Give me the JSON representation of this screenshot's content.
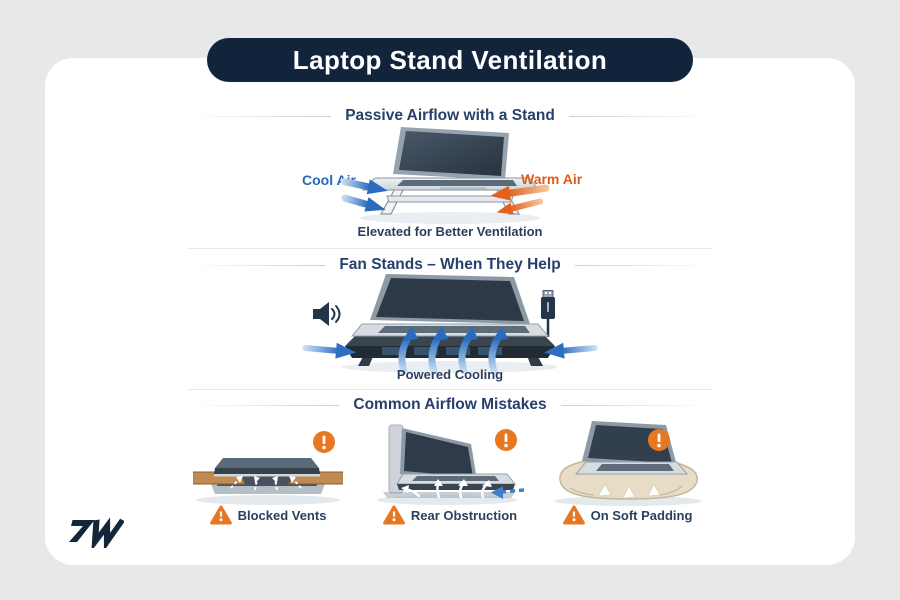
{
  "page": {
    "title": "Laptop Stand Ventilation",
    "brand_logo": "RW"
  },
  "colors": {
    "background": "#e7e8ea",
    "card": "#ffffff",
    "title_pill": "#12243c",
    "heading_text": "#27406b",
    "cool_blue": "#2667b8",
    "warm_orange": "#da5d1b",
    "warning_orange": "#e87722"
  },
  "sections": [
    {
      "heading": "Passive Airflow with a Stand",
      "labels": {
        "cool": "Cool Air",
        "warm": "Warm Air"
      },
      "caption": "Elevated for Better Ventilation",
      "illustration": "laptop-on-passive-stand"
    },
    {
      "heading": "Fan Stands – When They Help",
      "caption": "Powered Cooling",
      "illustration": "laptop-on-fan-stand",
      "side_icons": [
        "speaker-icon",
        "usb-plug-icon"
      ]
    },
    {
      "heading": "Common Airflow Mistakes",
      "mistakes": [
        {
          "label": "Blocked Vents",
          "icon": "warning-triangle-icon",
          "illustration": "laptop-flat-blocked-vents"
        },
        {
          "label": "Rear Obstruction",
          "icon": "warning-triangle-icon",
          "illustration": "laptop-against-wall"
        },
        {
          "label": "On Soft Padding",
          "icon": "warning-triangle-icon",
          "illustration": "laptop-on-pillow"
        }
      ]
    }
  ]
}
